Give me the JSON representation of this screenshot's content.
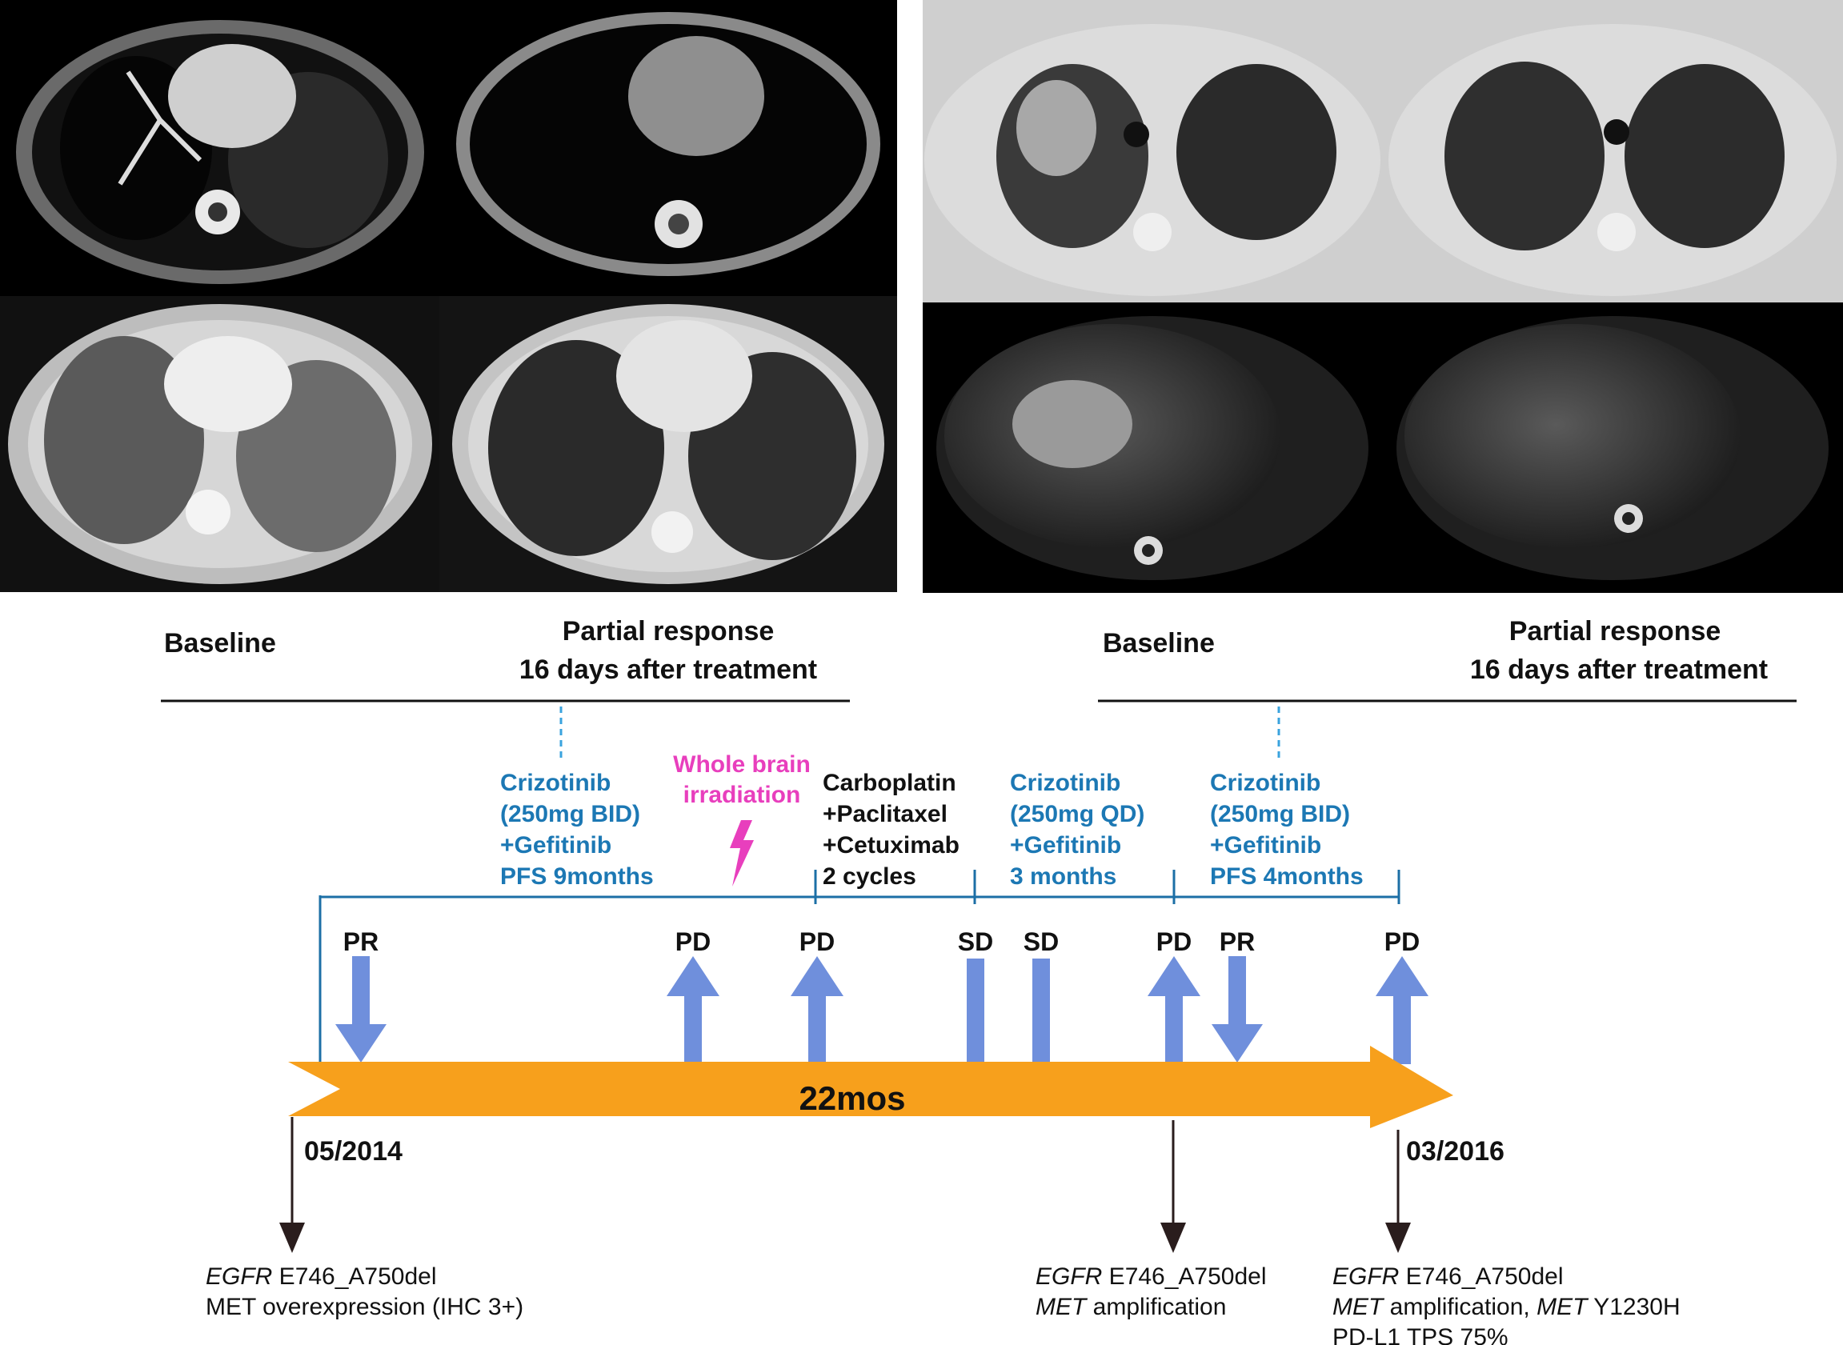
{
  "panels": {
    "left": {
      "baseline_label": "Baseline",
      "response_label_line1": "Partial response",
      "response_label_line2": "16 days after treatment"
    },
    "right": {
      "baseline_label": "Baseline",
      "response_label_line1": "Partial response",
      "response_label_line2": "16 days after treatment"
    }
  },
  "treatments": [
    {
      "lines": [
        "Crizotinib",
        "(250mg BID)",
        "+Gefitinib",
        "PFS 9months"
      ],
      "color": "#1c78b4"
    },
    {
      "lines": [
        "Whole brain",
        "irradiation"
      ],
      "color": "#e83fbd"
    },
    {
      "lines": [
        "Carboplatin",
        "+Paclitaxel",
        "+Cetuximab",
        "2 cycles"
      ],
      "color": "#111111"
    },
    {
      "lines": [
        "Crizotinib",
        "(250mg QD)",
        "+Gefitinib",
        "3 months"
      ],
      "color": "#1c78b4"
    },
    {
      "lines": [
        "Crizotinib",
        "(250mg BID)",
        "+Gefitinib",
        "PFS 4months"
      ],
      "color": "#1c78b4"
    }
  ],
  "responses": [
    {
      "label": "PR",
      "kind": "down"
    },
    {
      "label": "PD",
      "kind": "up"
    },
    {
      "label": "PD",
      "kind": "up"
    },
    {
      "label": "SD",
      "kind": "bar"
    },
    {
      "label": "SD",
      "kind": "bar"
    },
    {
      "label": "PD",
      "kind": "up"
    },
    {
      "label": "PR",
      "kind": "down"
    },
    {
      "label": "PD",
      "kind": "up"
    }
  ],
  "timeline": {
    "duration_label": "22mos",
    "start_date": "05/2014",
    "end_date": "03/2016",
    "bar_color": "#f7a01c",
    "arrow_color": "#6f8fdc",
    "bracket_color": "#1c6fa6"
  },
  "genetics": [
    {
      "lines": [
        {
          "gene": "EGFR",
          "text": " E746_A750del"
        },
        {
          "gene": "",
          "text": "MET overexpression (IHC 3+)"
        }
      ]
    },
    {
      "lines": [
        {
          "gene": "EGFR",
          "text": " E746_A750del"
        },
        {
          "gene": "MET",
          "text": " amplification"
        }
      ]
    },
    {
      "lines": [
        {
          "gene": "EGFR",
          "text": " E746_A750del"
        },
        {
          "gene": "MET",
          "text": " amplification, ",
          "gene2": "MET",
          "text2": " Y1230H"
        },
        {
          "gene": "",
          "text": "PD-L1 TPS 75%"
        }
      ]
    }
  ]
}
